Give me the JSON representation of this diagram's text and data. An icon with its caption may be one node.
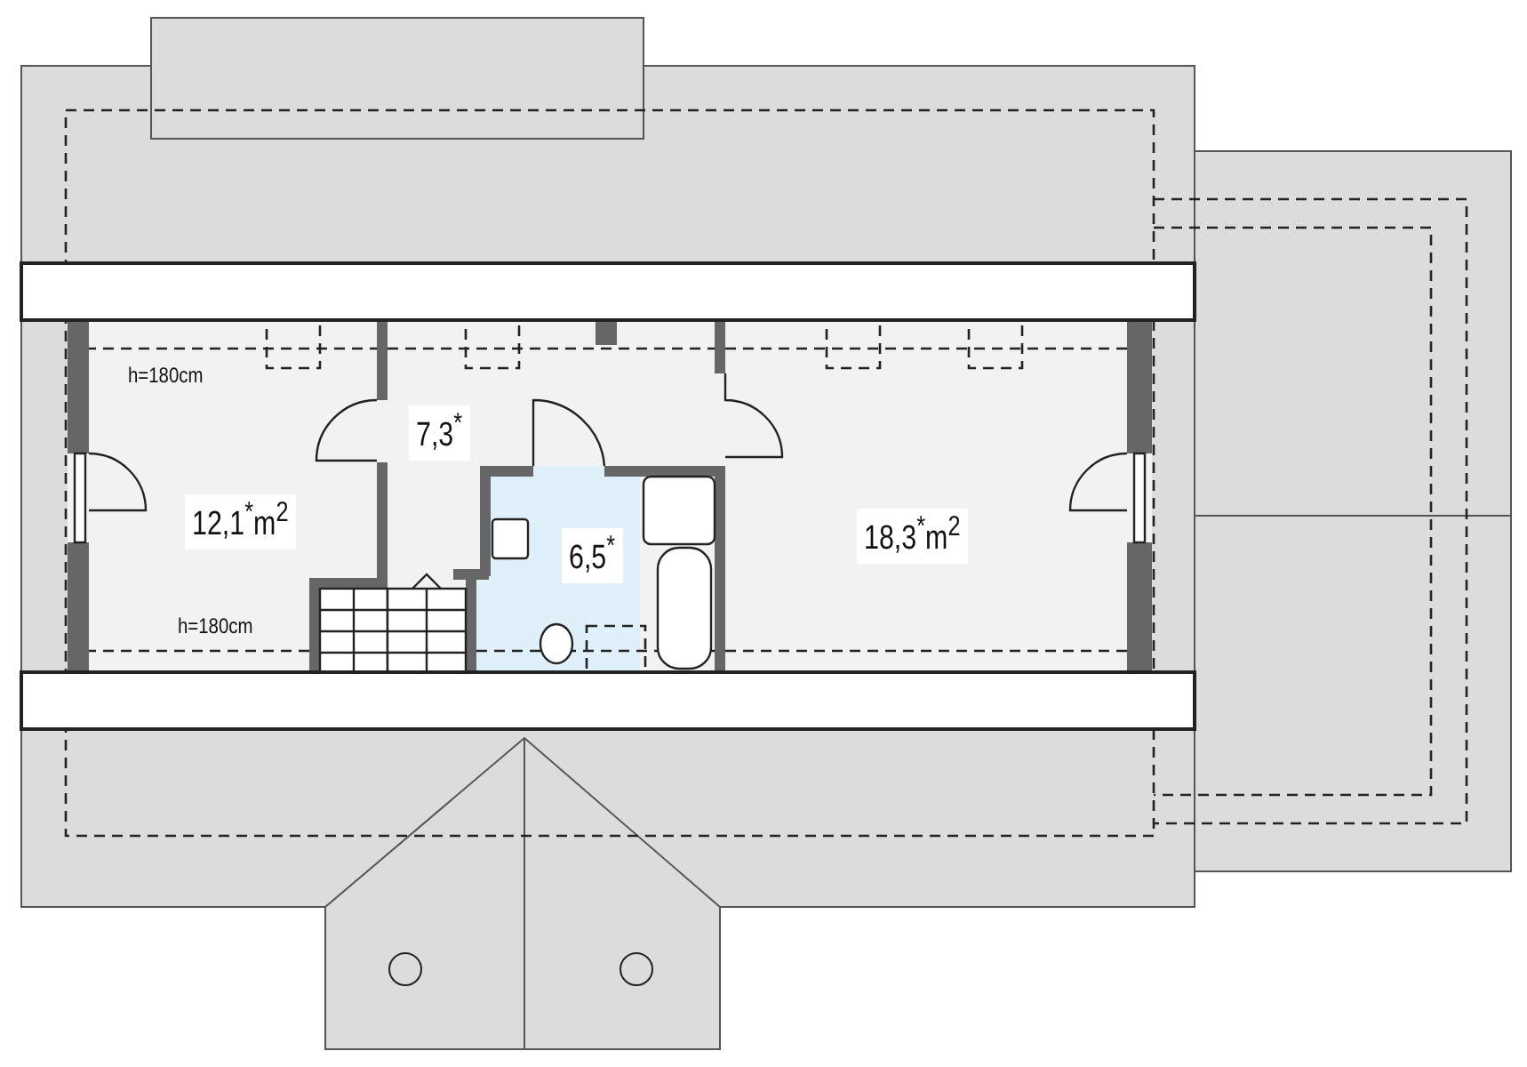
{
  "diagram": {
    "labels": [
      "h=180cm",
      "7,3$^{*}$",
      "12,1$^{*}$m$^{2}$",
      "6,5$^{*}$",
      "18,3$^{*}$m$^{2}$",
      "h=180cm"
    ]
  }
}
